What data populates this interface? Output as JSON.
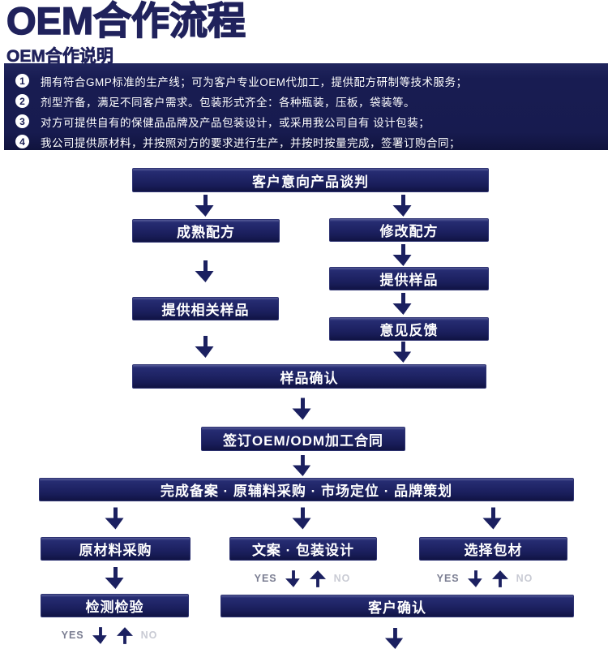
{
  "page": {
    "title": "OEM合作流程",
    "subtitle": "OEM合作说明"
  },
  "intro": {
    "items": [
      {
        "num": "1",
        "text": "拥有符合GMP标准的生产线；可为客户专业OEM代加工，提供配方研制等技术服务；"
      },
      {
        "num": "2",
        "text": "剂型齐备，满足不同客户需求。包装形式齐全：各种瓶装，压板，袋装等。"
      },
      {
        "num": "3",
        "text": "对方可提供自有的保健品品牌及产品包装设计，或采用我公司自有 设计包装；"
      },
      {
        "num": "4",
        "text": "我公司提供原材料，并按照对方的要求进行生产，并按时按量完成，签署订购合同；"
      }
    ]
  },
  "flow": {
    "nodes": {
      "negotiation": "客户意向产品谈判",
      "mature_formula": "成熟配方",
      "modify_formula": "修改配方",
      "provide_sample": "提供样品",
      "related_sample": "提供相关样品",
      "feedback": "意见反馈",
      "sample_confirm": "样品确认",
      "contract": "签订OEM/ODM加工合同",
      "preparation": "完成备案 · 原辅料采购 · 市场定位 · 品牌策划",
      "raw_material": "原材料采购",
      "copy_design": "文案 · 包装设计",
      "packaging": "选择包材",
      "inspection": "检测检验",
      "customer_confirm": "客户确认"
    },
    "labels": {
      "yes": "YES",
      "no": "NO"
    }
  },
  "colors": {
    "navy": "#1b2060",
    "band": "#181c52",
    "title": "#20225c",
    "yes_label": "#7b7e92",
    "no_label": "#c9cbd4"
  }
}
